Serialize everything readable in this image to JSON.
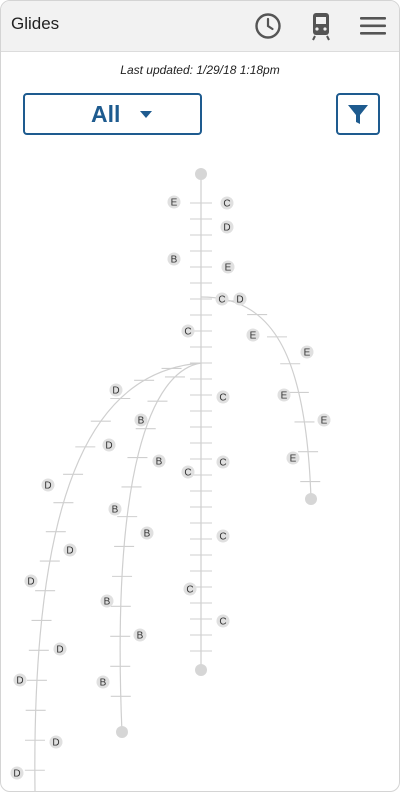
{
  "header": {
    "title": "Glides",
    "icons": [
      "clock-icon",
      "tram-icon",
      "menu-icon"
    ]
  },
  "status": {
    "last_updated": "Last updated: 1/29/18 1:18pm"
  },
  "filter": {
    "selected": "All",
    "icon": "filter-icon"
  },
  "colors": {
    "accent": "#1e5b8f",
    "line": "#cfcfcf",
    "marker_fill": "#e0e0e0",
    "endpoint": "#d6d6d6"
  },
  "map": {
    "trains": [
      {
        "letter": "E"
      },
      {
        "letter": "C"
      },
      {
        "letter": "D"
      },
      {
        "letter": "B"
      },
      {
        "letter": "E"
      },
      {
        "letter": "C"
      },
      {
        "letter": "D"
      },
      {
        "letter": "C"
      },
      {
        "letter": "E"
      },
      {
        "letter": "E"
      },
      {
        "letter": "D"
      },
      {
        "letter": "C"
      },
      {
        "letter": "E"
      },
      {
        "letter": "B"
      },
      {
        "letter": "E"
      },
      {
        "letter": "D"
      },
      {
        "letter": "B"
      },
      {
        "letter": "C"
      },
      {
        "letter": "E"
      },
      {
        "letter": "C"
      },
      {
        "letter": "D"
      },
      {
        "letter": "B"
      },
      {
        "letter": "B"
      },
      {
        "letter": "C"
      },
      {
        "letter": "D"
      },
      {
        "letter": "D"
      },
      {
        "letter": "C"
      },
      {
        "letter": "B"
      },
      {
        "letter": "B"
      },
      {
        "letter": "C"
      },
      {
        "letter": "D"
      },
      {
        "letter": "D"
      },
      {
        "letter": "B"
      },
      {
        "letter": "D"
      },
      {
        "letter": "D"
      }
    ]
  }
}
